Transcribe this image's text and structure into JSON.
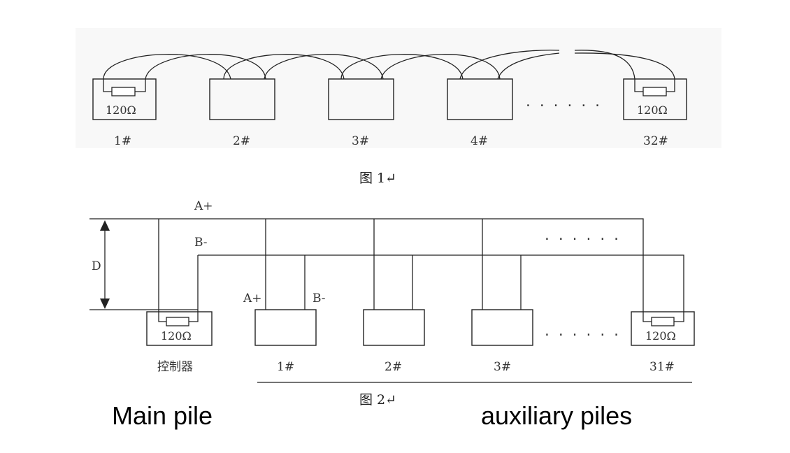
{
  "fig1": {
    "nodes": [
      "1#",
      "2#",
      "3#",
      "4#",
      "32#"
    ],
    "resistor_first": "120Ω",
    "resistor_last": "120Ω",
    "ellipsis": "......",
    "caption": "图 1↵"
  },
  "fig2": {
    "line_a_label": "A+",
    "line_b_label": "B-",
    "distance_label": "D",
    "stub_a_label": "A+",
    "stub_b_label": "B-",
    "controller_resistor": "120Ω",
    "controller_label": "控制器",
    "nodes": [
      "1#",
      "2#",
      "3#",
      "31#"
    ],
    "last_resistor": "120Ω",
    "ellipsis_top": "......",
    "ellipsis_mid": "......",
    "caption": "图 2↵"
  },
  "labels": {
    "main_pile": "Main pile",
    "auxiliary_piles": "auxiliary piles"
  }
}
